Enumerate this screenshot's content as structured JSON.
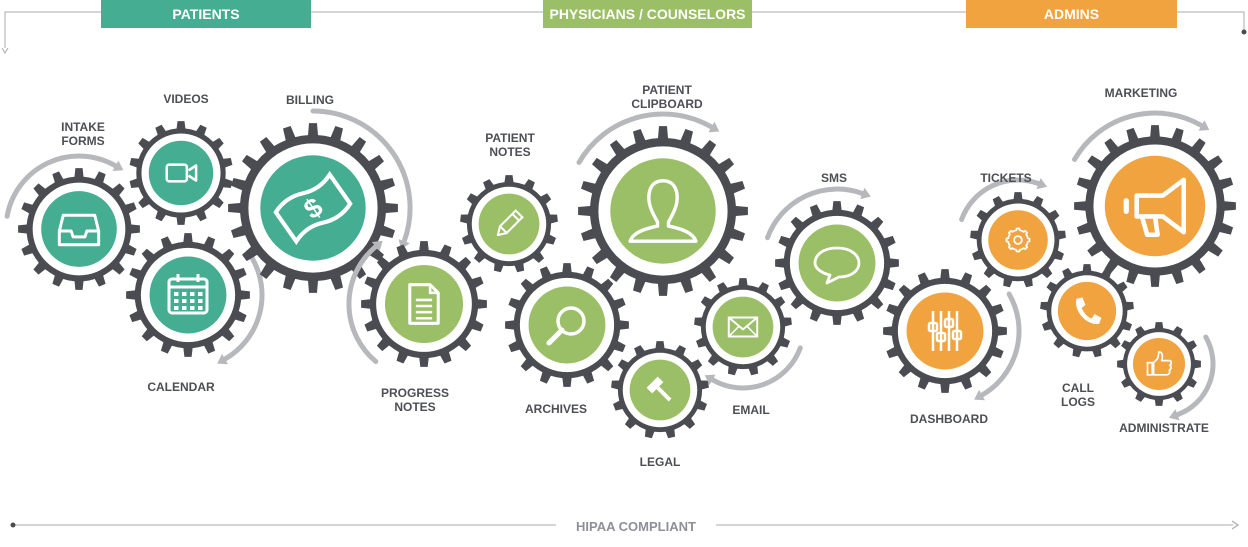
{
  "colors": {
    "patients": "#45ad92",
    "physicians": "#9bbf67",
    "admins": "#f0a33e",
    "gear": "#4a4c52",
    "arrow": "#b6b8bc",
    "line": "#a9abaf",
    "text": "#4d4f55"
  },
  "headers": {
    "patients": "PATIENTS",
    "physicians": "PHYSICIANS / COUNSELORS",
    "admins": "ADMINS"
  },
  "footer": "HIPAA COMPLIANT",
  "gears": [
    {
      "id": "intake-forms",
      "label": "INTAKE\nFORMS",
      "group": "patients",
      "icon": "inbox-icon"
    },
    {
      "id": "videos",
      "label": "VIDEOS",
      "group": "patients",
      "icon": "video-camera-icon"
    },
    {
      "id": "calendar",
      "label": "CALENDAR",
      "group": "patients",
      "icon": "calendar-icon"
    },
    {
      "id": "billing",
      "label": "BILLING",
      "group": "patients",
      "icon": "money-bill-icon"
    },
    {
      "id": "patient-notes",
      "label": "PATIENT\nNOTES",
      "group": "physicians",
      "icon": "pencil-icon"
    },
    {
      "id": "progress-notes",
      "label": "PROGRESS\nNOTES",
      "group": "physicians",
      "icon": "document-icon"
    },
    {
      "id": "patient-clipboard",
      "label": "PATIENT\nCLIPBOARD",
      "group": "physicians",
      "icon": "user-icon"
    },
    {
      "id": "archives",
      "label": "ARCHIVES",
      "group": "physicians",
      "icon": "magnifier-icon"
    },
    {
      "id": "legal",
      "label": "LEGAL",
      "group": "physicians",
      "icon": "gavel-icon"
    },
    {
      "id": "email",
      "label": "EMAIL",
      "group": "physicians",
      "icon": "envelope-icon"
    },
    {
      "id": "sms",
      "label": "SMS",
      "group": "physicians",
      "icon": "speech-bubble-icon"
    },
    {
      "id": "dashboard",
      "label": "DASHBOARD",
      "group": "admins",
      "icon": "sliders-icon"
    },
    {
      "id": "tickets",
      "label": "TICKETS",
      "group": "admins",
      "icon": "gear-icon"
    },
    {
      "id": "marketing",
      "label": "MARKETING",
      "group": "admins",
      "icon": "megaphone-icon"
    },
    {
      "id": "call-logs",
      "label": "CALL\nLOGS",
      "group": "admins",
      "icon": "phone-icon"
    },
    {
      "id": "administrate",
      "label": "ADMINISTRATE",
      "group": "admins",
      "icon": "thumbs-up-icon"
    }
  ]
}
